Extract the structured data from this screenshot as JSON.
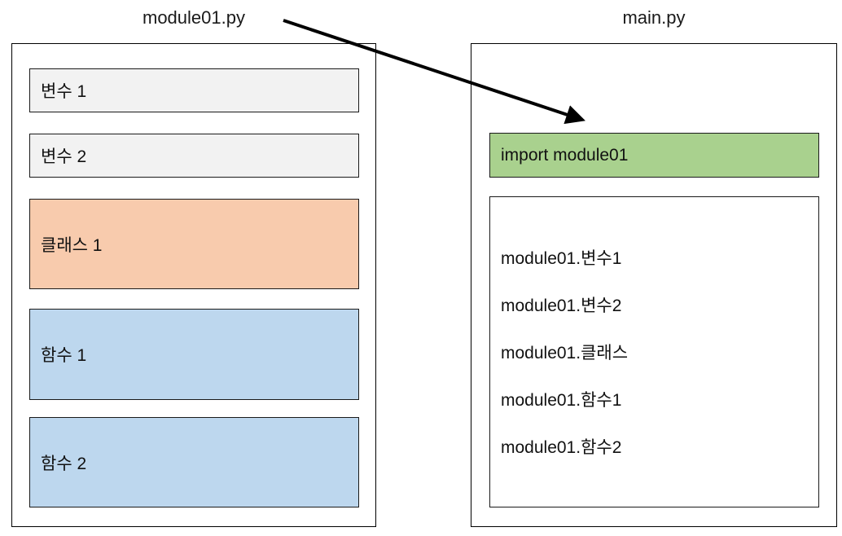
{
  "diagram": {
    "module_file": {
      "title": "module01.py",
      "members": [
        {
          "label": "변수 1",
          "fill": "#f2f2f2"
        },
        {
          "label": "변수 2",
          "fill": "#f2f2f2"
        },
        {
          "label": "클래스 1",
          "fill": "#f8cbad"
        },
        {
          "label": "함수 1",
          "fill": "#bdd7ee"
        },
        {
          "label": "함수 2",
          "fill": "#bdd7ee"
        }
      ]
    },
    "main_file": {
      "title": "main.py",
      "import_statement": {
        "label": "import module01",
        "fill": "#a9d18e"
      },
      "usage_lines": [
        "module01.변수1",
        "module01.변수2",
        "module01.클래스",
        "module01.함수1",
        "module01.함수2"
      ]
    },
    "arrow": {
      "from": "module01.py",
      "to": "import module01",
      "color": "#000000"
    }
  }
}
